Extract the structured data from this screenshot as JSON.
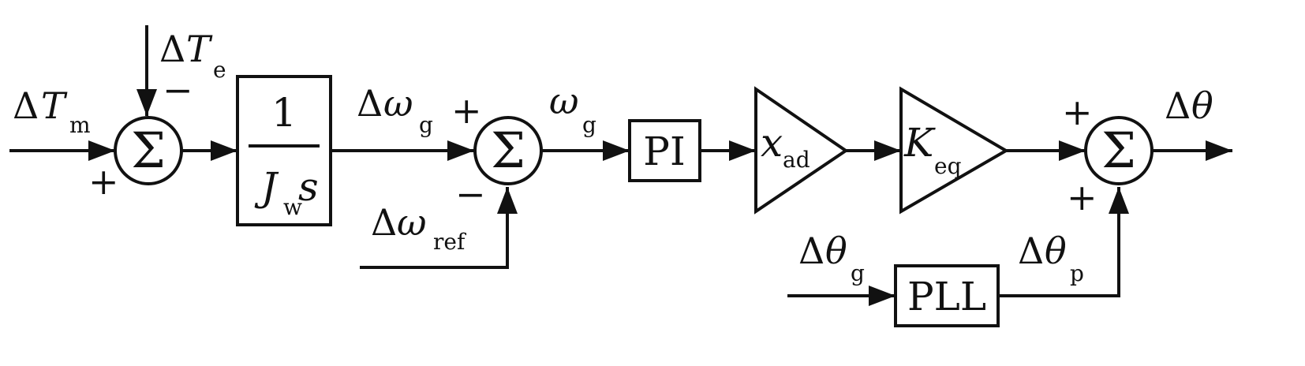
{
  "diagram": {
    "summing_symbol": "Σ",
    "signals": {
      "delta_Tm": {
        "delta": "Δ",
        "main": "T",
        "sub": "m"
      },
      "delta_Te": {
        "delta": "Δ",
        "main": "T",
        "sub": "e"
      },
      "delta_omega_g": {
        "delta": "Δ",
        "main": "ω",
        "sub": "g"
      },
      "omega_g": {
        "main": "ω",
        "sub": "g"
      },
      "delta_omega_ref": {
        "delta": "Δ",
        "main": "ω",
        "sub": "ref"
      },
      "delta_theta_g": {
        "delta": "Δ",
        "main": "θ",
        "sub": "g"
      },
      "delta_theta_p": {
        "delta": "Δ",
        "main": "θ",
        "sub": "p"
      },
      "delta_theta": {
        "delta": "Δ",
        "main": "θ"
      }
    },
    "blocks": {
      "inertia": {
        "numerator": "1",
        "den_main": "J",
        "den_sub": "w",
        "den_var": "s"
      },
      "pi": {
        "label": "PI"
      },
      "pll": {
        "label": "PLL"
      },
      "gain_xad": {
        "main": "x",
        "sub": "ad"
      },
      "gain_keq": {
        "main": "K",
        "sub": "eq"
      }
    },
    "signs": {
      "sum1_left": "+",
      "sum1_top": "−",
      "sum2_left": "+",
      "sum2_bottom": "−",
      "sum3_left": "+",
      "sum3_bottom": "+"
    }
  }
}
